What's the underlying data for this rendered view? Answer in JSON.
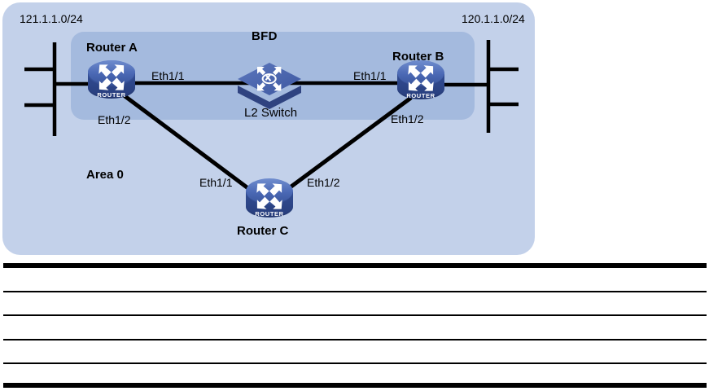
{
  "figure": {
    "type": "network-topology-diagram",
    "outer_zone_label": "Area 0",
    "inner_zone_label": "BFD",
    "colors": {
      "outer_zone": "#c3d1ea",
      "inner_zone": "#a4bade",
      "router_body": "#3f5fa8",
      "router_top": "#5b79c0",
      "router_base": "#2c4486",
      "switch_top": "#4a63ad",
      "switch_side": "#2f4380",
      "link": "#000000",
      "text": "#000000",
      "page_background": "#ffffff"
    },
    "networks": [
      {
        "name": "left-network",
        "label": "121.1.1.0/24"
      },
      {
        "name": "right-network",
        "label": "120.1.1.0/24"
      }
    ],
    "devices": [
      {
        "id": "router-a",
        "label": "Router A",
        "icon": "router-icon",
        "badge": "ROUTER"
      },
      {
        "id": "router-b",
        "label": "Router B",
        "icon": "router-icon",
        "badge": "ROUTER"
      },
      {
        "id": "router-c",
        "label": "Router C",
        "icon": "router-icon",
        "badge": "ROUTER"
      },
      {
        "id": "l2-switch",
        "label": "L2 Switch",
        "icon": "switch-icon",
        "badge": ""
      }
    ],
    "interface_labels": [
      {
        "id": "router-a-eth1-1",
        "text": "Eth1/1"
      },
      {
        "id": "router-a-eth1-2",
        "text": "Eth1/2"
      },
      {
        "id": "router-b-eth1-1",
        "text": "Eth1/1"
      },
      {
        "id": "router-b-eth1-2",
        "text": "Eth1/2"
      },
      {
        "id": "router-c-eth1-1",
        "text": "Eth1/1"
      },
      {
        "id": "router-c-eth1-2",
        "text": "Eth1/2"
      }
    ]
  },
  "table": {
    "rows": [
      "",
      "",
      "",
      "",
      ""
    ],
    "columns": []
  }
}
